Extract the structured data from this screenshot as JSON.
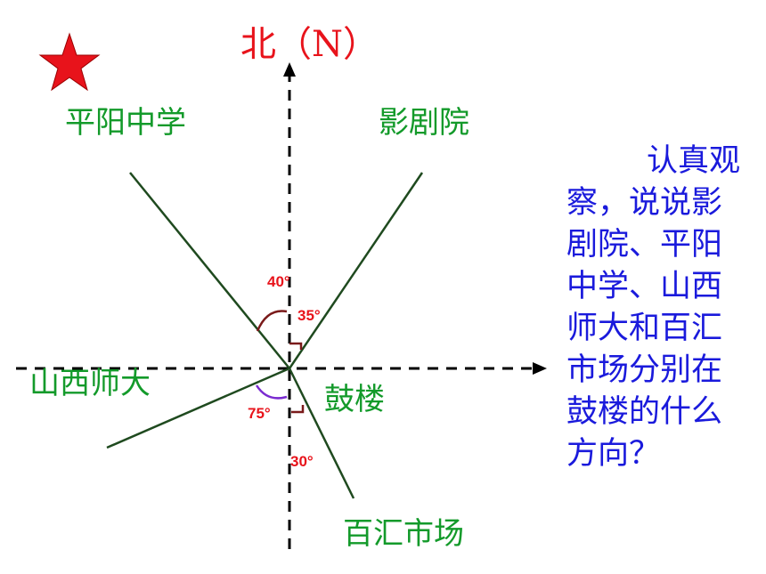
{
  "compass": {
    "north_label": "北（N）"
  },
  "places": {
    "pingyang_school": "平阳中学",
    "cinema": "影剧院",
    "shanxi_normal_univ": "山西师大",
    "drum_tower": "鼓楼",
    "baihui_market": "百汇市场"
  },
  "angles": {
    "pingyang_school": "40°",
    "cinema": "35°",
    "shanxi_normal_univ": "75°",
    "baihui_market": "30°"
  },
  "question": "认真观察，说说影剧院、平阳中学、山西师大和百汇市场分别在鼓楼的什么方向？",
  "colors": {
    "red": "#e8131b",
    "green": "#139a2a",
    "blue": "#1a1adc",
    "line": "#1f4a1f",
    "arc": "#7a2bd0"
  }
}
